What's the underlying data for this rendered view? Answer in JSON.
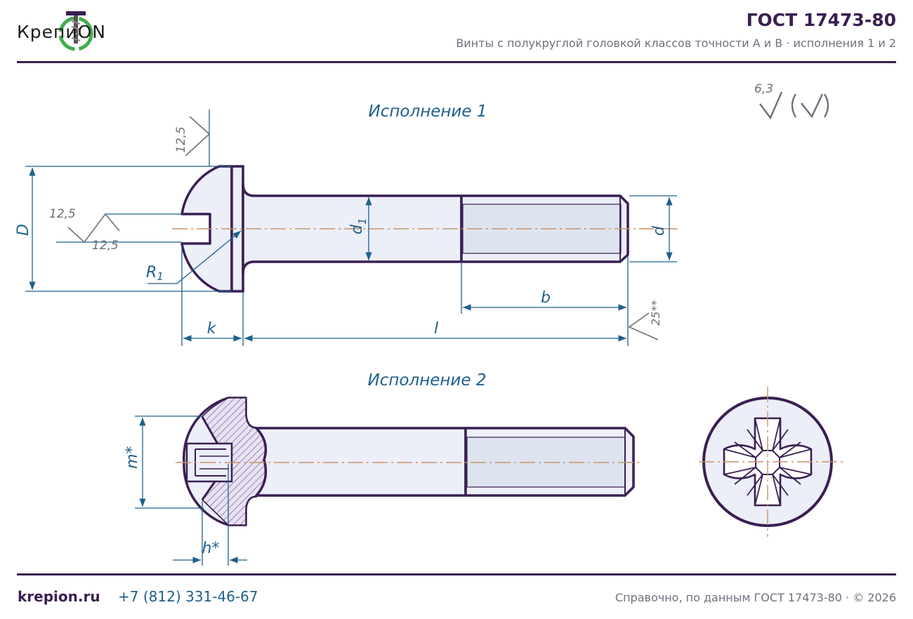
{
  "header": {
    "logo_text": "КрепиОN",
    "title": "ГОСТ 17473-80",
    "subtitle": "Винты с полукруглой головкой классов точности А и В · исполнения 1 и 2"
  },
  "drawing": {
    "view1_title": "Исполнение 1",
    "view2_title": "Исполнение 2",
    "roughness_main": "6,3",
    "roughness_head_top": "12,5",
    "roughness_slot_a": "12,5",
    "roughness_slot_b": "12,5",
    "roughness_end": "25**",
    "dim_D": "D",
    "dim_d1": "d",
    "dim_d1_sub": "1",
    "dim_d": "d",
    "dim_R1": "R",
    "dim_R1_sub": "1",
    "dim_b": "b",
    "dim_k": "k",
    "dim_l": "l",
    "dim_m": "m*",
    "dim_h": "h*"
  },
  "footer": {
    "site": "krepion.ru",
    "phone": "+7 (812) 331-46-67",
    "note": "Справочно, по данным ГОСТ 17473-80 · © 2026"
  },
  "colors": {
    "outline": "#3a1f52",
    "dimension": "#1f5f8b",
    "axis": "#c8946a",
    "fill": "#eceef8",
    "thread_fill": "#dde3ef",
    "hatch": "#7b5a96",
    "logo_green": "#3fae49"
  }
}
